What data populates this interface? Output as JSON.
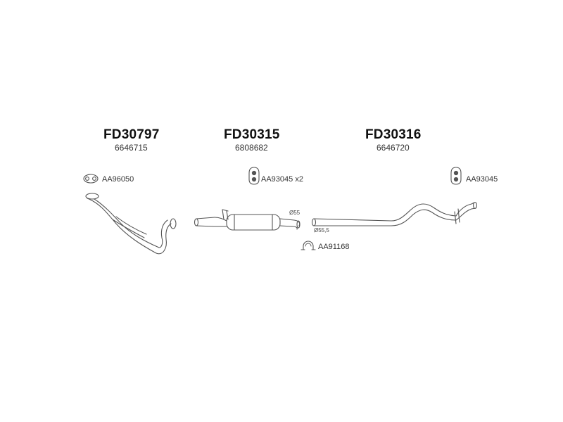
{
  "parts": [
    {
      "code": "FD30797",
      "oe": "6646715"
    },
    {
      "code": "FD30315",
      "oe": "6808682"
    },
    {
      "code": "FD30316",
      "oe": "6646720"
    }
  ],
  "accessories": [
    {
      "label": "AA96050",
      "icon": "gasket-icon"
    },
    {
      "label": "AA93045 x2",
      "icon": "rubber-hanger-icon"
    },
    {
      "label": "AA93045",
      "icon": "rubber-hanger-icon"
    },
    {
      "label": "AA91168",
      "icon": "clamp-icon"
    }
  ],
  "dimensions": [
    {
      "label": "Ø55"
    },
    {
      "label": "Ø55,5"
    }
  ],
  "colors": {
    "line": "#555555",
    "text": "#111111"
  }
}
